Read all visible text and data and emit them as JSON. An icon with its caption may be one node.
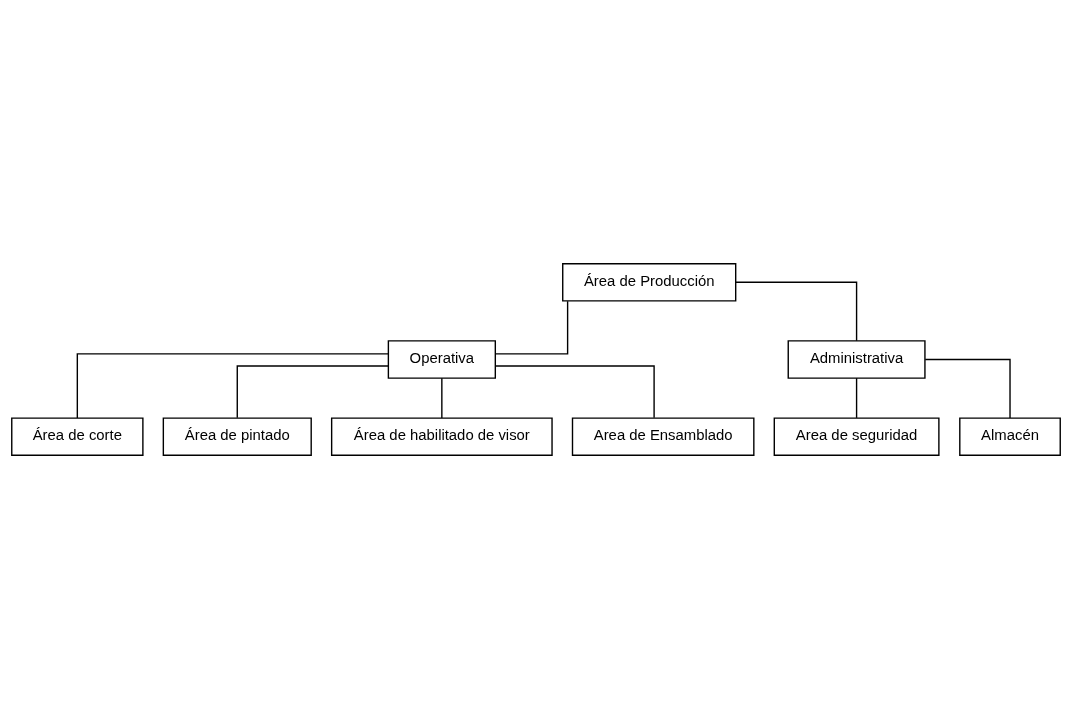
{
  "diagram": {
    "nodes": [
      {
        "text": [
          "Área de Producción"
        ]
      },
      {
        "text": [
          "Operativa"
        ]
      },
      {
        "text": [
          "Administrativa"
        ]
      },
      {
        "text": [
          "Área de corte"
        ]
      },
      {
        "text": [
          "Área de pintado"
        ]
      },
      {
        "text": [
          "Área de habilitado de visor"
        ]
      },
      {
        "text": [
          "Area de Ensamblado"
        ]
      },
      {
        "text": [
          "Area de seguridad"
        ]
      },
      {
        "text": [
          "Almacén"
        ]
      }
    ],
    "edges": [
      {
        "from": 0,
        "to": 1,
        "arrow": "none"
      },
      {
        "from": 0,
        "to": 2,
        "arrow": "none"
      },
      {
        "from": 1,
        "to": 3,
        "arrow": "none"
      },
      {
        "from": 1,
        "to": 4,
        "arrow": "none"
      },
      {
        "from": 1,
        "to": 5,
        "arrow": "none"
      },
      {
        "from": 1,
        "to": 6,
        "arrow": "none"
      },
      {
        "from": 2,
        "to": 7,
        "arrow": "none"
      },
      {
        "from": 2,
        "to": 8,
        "arrow": "none"
      }
    ]
  }
}
